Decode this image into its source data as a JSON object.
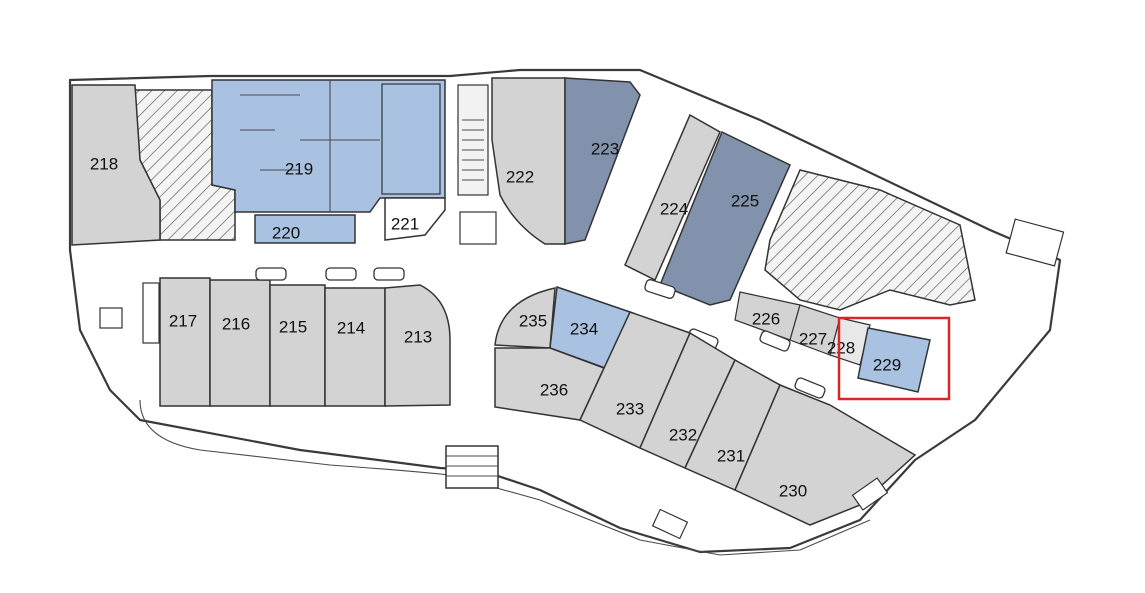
{
  "map": {
    "colors": {
      "available": "#a9c2e2",
      "rented": "#8291ac",
      "occupied": "#d3d3d3",
      "service": "#e3e3e3",
      "highlight": "#d62828",
      "background": "#ffffff"
    },
    "units": {
      "u213": "213",
      "u214": "214",
      "u215": "215",
      "u216": "216",
      "u217": "217",
      "u218": "218",
      "u219": "219",
      "u220": "220",
      "u221": "221",
      "u222": "222",
      "u223": "223",
      "u224": "224",
      "u225": "225",
      "u226": "226",
      "u227": "227",
      "u228": "228",
      "u229": "229",
      "u230": "230",
      "u231": "231",
      "u232": "232",
      "u233": "233",
      "u234": "234",
      "u235": "235",
      "u236": "236"
    },
    "selected_unit": "229"
  }
}
